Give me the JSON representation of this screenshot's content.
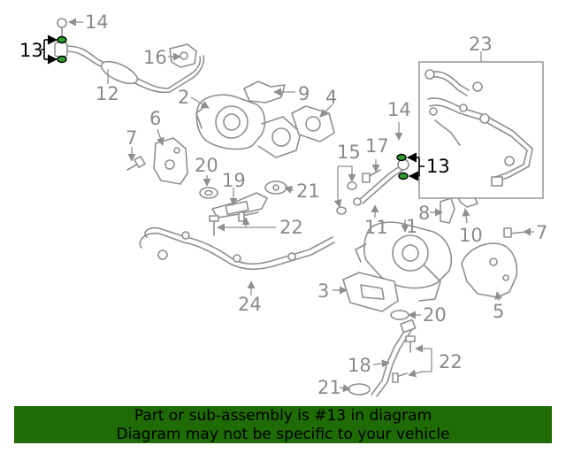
{
  "diagram": {
    "callouts": [
      {
        "id": "c1",
        "text": "1"
      },
      {
        "id": "c2",
        "text": "2"
      },
      {
        "id": "c3",
        "text": "3"
      },
      {
        "id": "c4",
        "text": "4"
      },
      {
        "id": "c5",
        "text": "5"
      },
      {
        "id": "c6",
        "text": "6"
      },
      {
        "id": "c7a",
        "text": "7"
      },
      {
        "id": "c7b",
        "text": "7"
      },
      {
        "id": "c8",
        "text": "8"
      },
      {
        "id": "c9",
        "text": "9"
      },
      {
        "id": "c10",
        "text": "10"
      },
      {
        "id": "c11",
        "text": "11"
      },
      {
        "id": "c12",
        "text": "12"
      },
      {
        "id": "c13a",
        "text": "13"
      },
      {
        "id": "c13b",
        "text": "13"
      },
      {
        "id": "c14a",
        "text": "14"
      },
      {
        "id": "c14b",
        "text": "14"
      },
      {
        "id": "c15",
        "text": "15"
      },
      {
        "id": "c16",
        "text": "16"
      },
      {
        "id": "c17",
        "text": "17"
      },
      {
        "id": "c18",
        "text": "18"
      },
      {
        "id": "c19",
        "text": "19"
      },
      {
        "id": "c20a",
        "text": "20"
      },
      {
        "id": "c20b",
        "text": "20"
      },
      {
        "id": "c21a",
        "text": "21"
      },
      {
        "id": "c21b",
        "text": "21"
      },
      {
        "id": "c22a",
        "text": "22"
      },
      {
        "id": "c22b",
        "text": "22"
      },
      {
        "id": "c23",
        "text": "23"
      },
      {
        "id": "c24",
        "text": "24"
      }
    ],
    "highlighted_part": "13",
    "highlight_color": "#2e9e2e",
    "line_color": "#8f8f8f"
  },
  "banner": {
    "line1": "Part or sub-assembly is #13 in diagram",
    "line2": "Diagram may not be specific to your vehicle",
    "background": "#1f6b05"
  }
}
